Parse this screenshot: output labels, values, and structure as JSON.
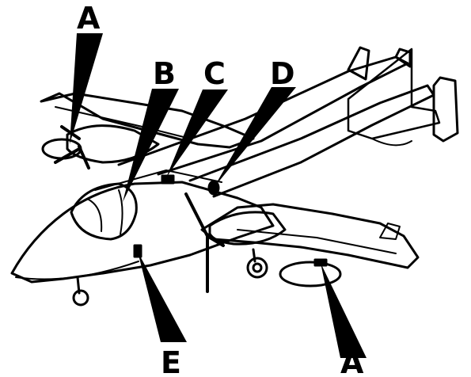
{
  "diagram": {
    "ink_color": "#000000",
    "background_color": "#ffffff",
    "callouts": [
      {
        "id": "a-top",
        "label": "A"
      },
      {
        "id": "b",
        "label": "B"
      },
      {
        "id": "c",
        "label": "C"
      },
      {
        "id": "d",
        "label": "D"
      },
      {
        "id": "e",
        "label": "E"
      },
      {
        "id": "a-bottom",
        "label": "A"
      }
    ]
  }
}
